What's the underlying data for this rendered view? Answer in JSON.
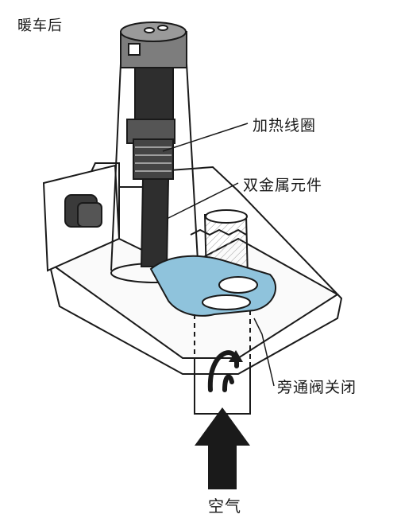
{
  "title": "暖车后",
  "labels": {
    "heating_coil": "加热线圈",
    "bimetal_element": "双金属元件",
    "bypass_valve_closed": "旁通阀关闭",
    "air": "空气"
  },
  "colors": {
    "line": "#1a1a1a",
    "valve_plate": "#8fc3dc",
    "connector": "#808080",
    "coil_body": "#2e2e2e"
  }
}
